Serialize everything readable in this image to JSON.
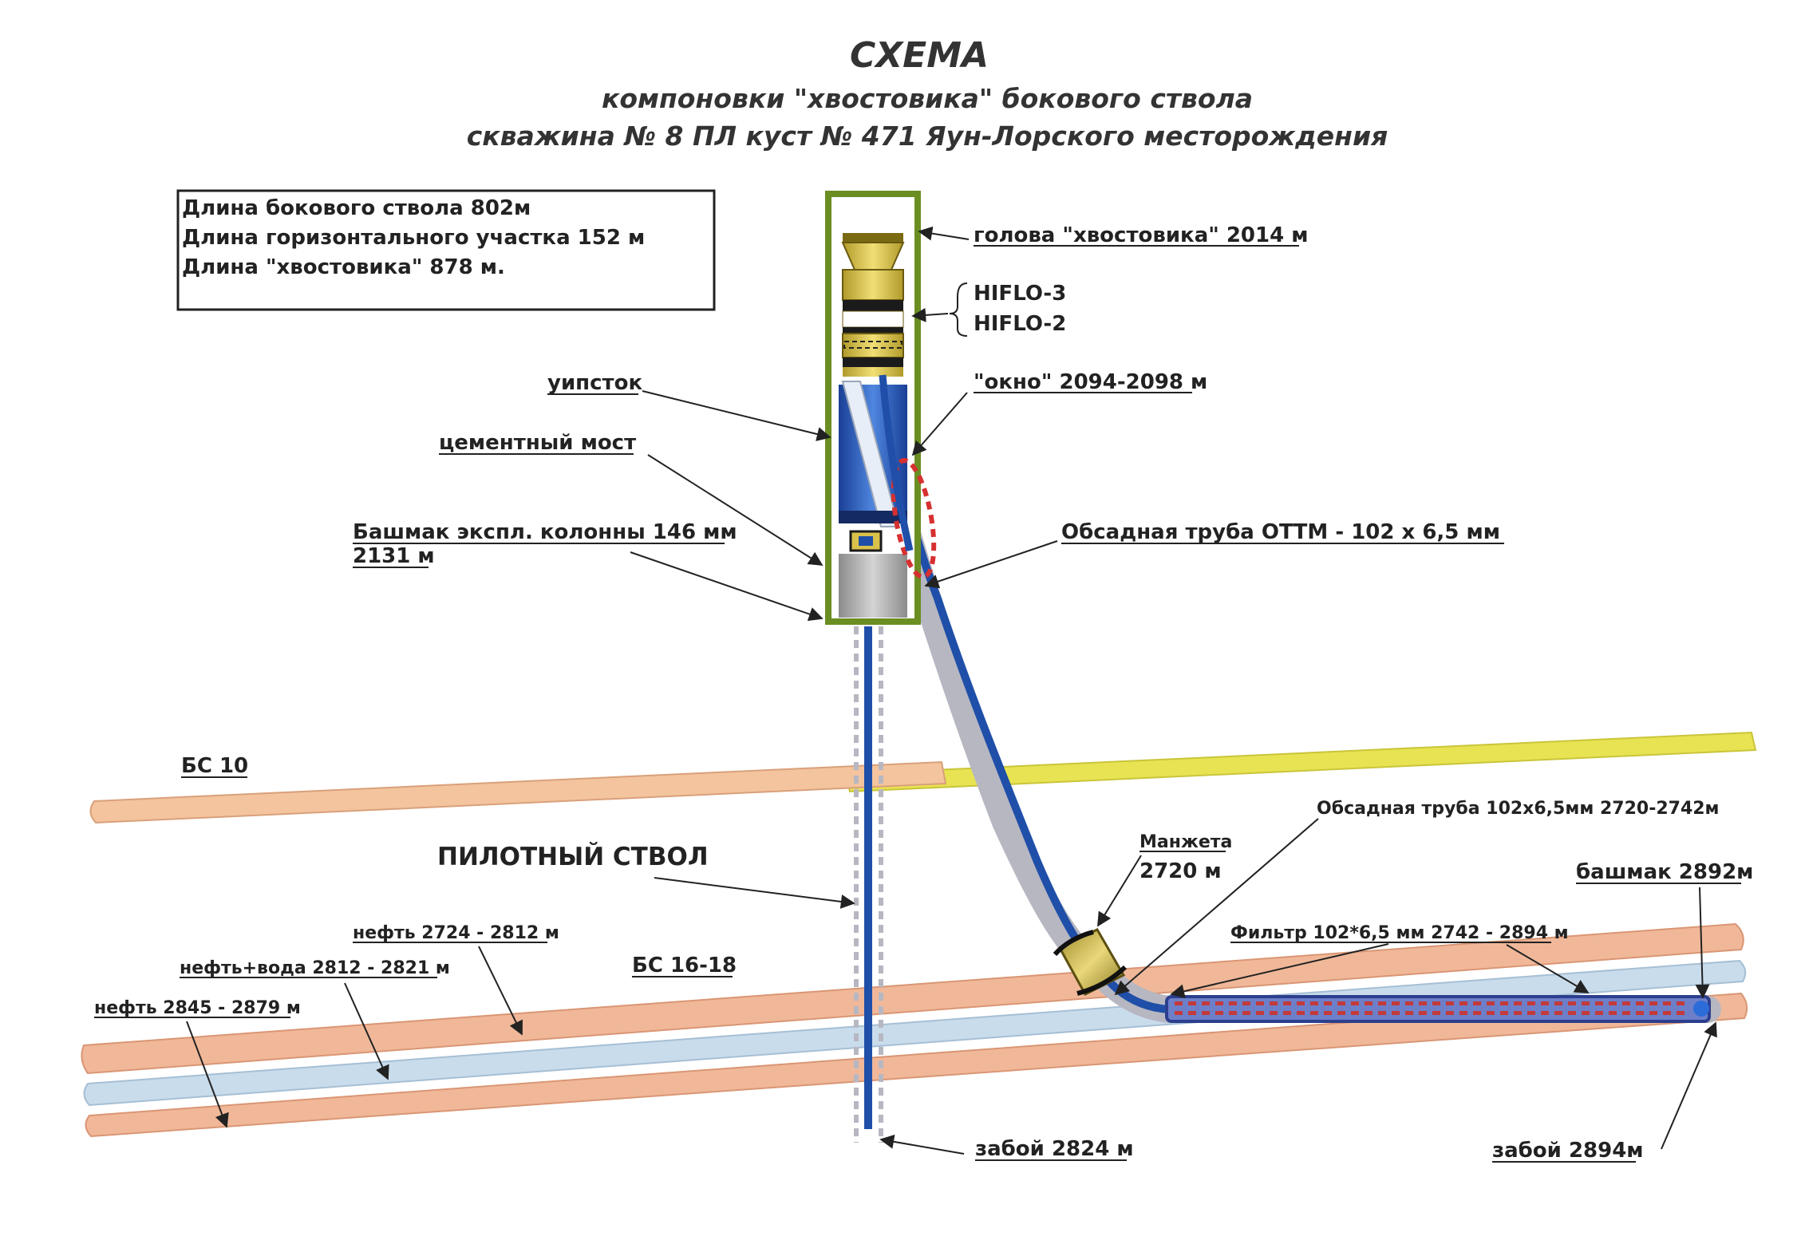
{
  "title": {
    "main": "СХЕМА",
    "line1": "компоновки \"хвостовика\"  бокового ствола",
    "line2": "скважина № 8 ПЛ куст № 471 Яун-Лорского месторождения"
  },
  "info_box": {
    "line1": "Длина  бокового ствола 802м",
    "line2": "Длина горизонтального участка 152 м",
    "line3": "Длина \"хвостовика\" 878 м."
  },
  "labels": {
    "liner_head": "голова \"хвостовика\" 2014 м",
    "hiflo3": "HIFLO-3",
    "hiflo2": "HIFLO-2",
    "window": "\"окно\" 2094-2098 м",
    "whipstock": "уипсток",
    "cement_bridge": "цементный мост",
    "shoe_line1": "Башмак экспл. колонны 146 мм",
    "shoe_line2": "2131 м",
    "casing": "Обсадная труба ОТТМ - 102 х 6,5 мм",
    "bs10": "БС 10",
    "pilot": "ПИЛОТНЫЙ СТВОЛ",
    "cuff_line1": "Манжета",
    "cuff_line2": "2720 м",
    "casing2": "Обсадная труба 102х6,5мм 2720-2742м",
    "shoe2": "башмак 2892м",
    "oil1": "нефть 2724 - 2812 м",
    "oil_water": "нефть+вода 2812 - 2821 м",
    "oil2": "нефть 2845 - 2879 м",
    "bs1618": "БС 16-18",
    "filter": "Фильтр 102*6,5 мм 2742 - 2894 м",
    "bottom1": "забой 2824 м",
    "bottom2": "забой 2894м"
  },
  "colors": {
    "oil_layer": "#f0b899",
    "water_layer": "#c9dcec",
    "bs10_layer": "#f3c49e",
    "yellow_band": "#e8e352",
    "casing_blue": "#1f4fa8",
    "casing_gray": "#b7b7c2",
    "frame_green": "#6b8e23",
    "cement_blue": "#2f63c4",
    "window_red": "#d63030"
  }
}
